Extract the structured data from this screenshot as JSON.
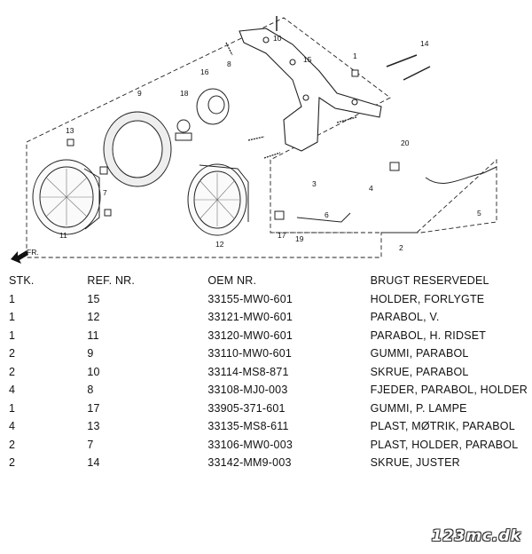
{
  "diagram": {
    "direction_label": "FR.",
    "callouts": [
      "1",
      "2",
      "3",
      "4",
      "5",
      "6",
      "7",
      "8",
      "9",
      "10",
      "11",
      "12",
      "13",
      "14",
      "15",
      "16",
      "17",
      "18",
      "19",
      "20"
    ]
  },
  "table": {
    "headers": [
      "STK.",
      "REF. NR.",
      "OEM NR.",
      "BRUGT RESERVEDEL"
    ],
    "rows": [
      [
        "1",
        "15",
        "33155-MW0-601",
        "HOLDER, FORLYGTE"
      ],
      [
        "1",
        "12",
        "33121-MW0-601",
        "PARABOL, V."
      ],
      [
        "1",
        "11",
        "33120-MW0-601",
        "PARABOL, H. RIDSET"
      ],
      [
        "2",
        "9",
        "33110-MW0-601",
        "GUMMI, PARABOL"
      ],
      [
        "2",
        "10",
        "33114-MS8-871",
        "SKRUE, PARABOL"
      ],
      [
        "4",
        "8",
        "33108-MJ0-003",
        "FJEDER, PARABOL, HOLDER"
      ],
      [
        "1",
        "17",
        "33905-371-601",
        "GUMMI, P. LAMPE"
      ],
      [
        "4",
        "13",
        "33135-MS8-611",
        "PLAST, MØTRIK, PARABOL"
      ],
      [
        "2",
        "7",
        "33106-MW0-003",
        "PLAST, HOLDER, PARABOL"
      ],
      [
        "2",
        "14",
        "33142-MM9-003",
        "SKRUE, JUSTER"
      ]
    ]
  },
  "watermark": "123mc.dk"
}
